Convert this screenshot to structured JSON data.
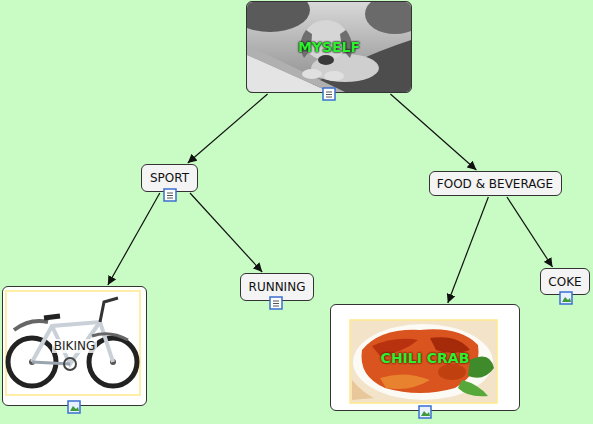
{
  "diagram": {
    "nodes": [
      {
        "text": [
          "MYSELF"
        ]
      },
      {
        "text": [
          "SPORT"
        ]
      },
      {
        "text": [
          "FOOD & BEVERAGE"
        ]
      },
      {
        "text": [
          "BIKING"
        ]
      },
      {
        "text": [
          "RUNNING"
        ]
      },
      {
        "text": [
          "CHILI CRAB"
        ]
      },
      {
        "text": [
          "COKE"
        ]
      }
    ],
    "edges": [
      {
        "from": 0,
        "to": 1,
        "arrow": "to"
      },
      {
        "from": 0,
        "to": 2,
        "arrow": "to"
      },
      {
        "from": 1,
        "to": 3,
        "arrow": "to"
      },
      {
        "from": 1,
        "to": 4,
        "arrow": "to"
      },
      {
        "from": 2,
        "to": 5,
        "arrow": "to"
      },
      {
        "from": 2,
        "to": 6,
        "arrow": "to"
      }
    ]
  }
}
